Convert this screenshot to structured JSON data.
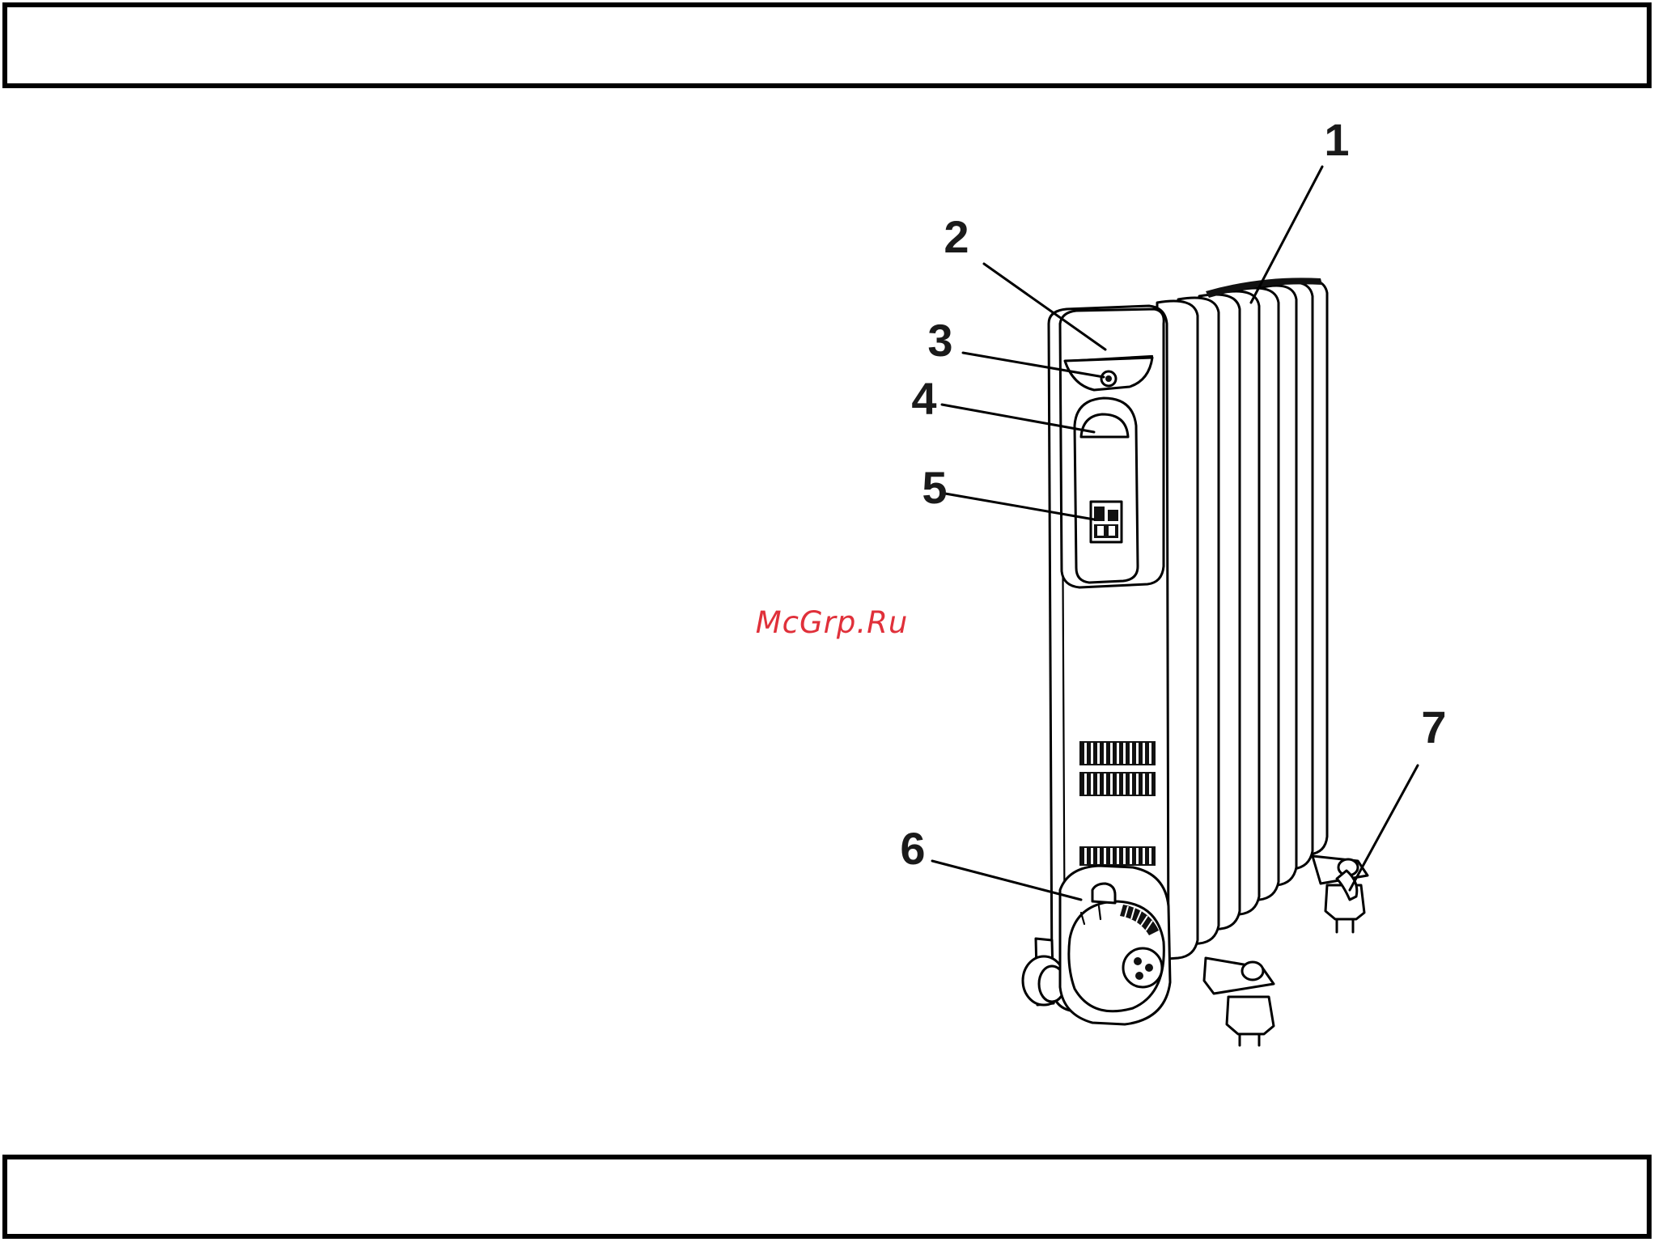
{
  "watermark": "McGrp.Ru",
  "callouts": [
    {
      "id": "1",
      "label": "1"
    },
    {
      "id": "2",
      "label": "2"
    },
    {
      "id": "3",
      "label": "3"
    },
    {
      "id": "4",
      "label": "4"
    },
    {
      "id": "5",
      "label": "5"
    },
    {
      "id": "6",
      "label": "6"
    },
    {
      "id": "7",
      "label": "7"
    }
  ],
  "colors": {
    "watermark": "#e0303a",
    "line": "#000000",
    "background": "#ffffff"
  }
}
